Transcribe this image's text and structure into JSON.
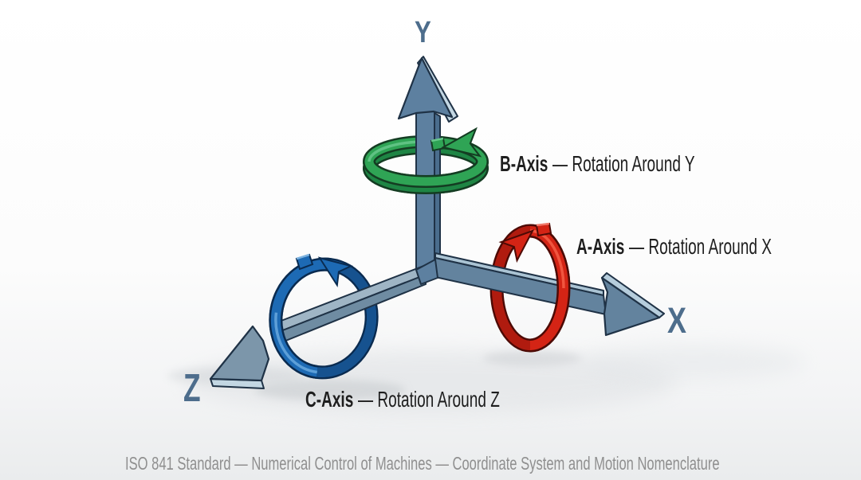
{
  "caption": "ISO 841 Standard — Numerical Control of Machines — Coordinate System and Motion Nomenclature",
  "axes": {
    "x": {
      "label": "X"
    },
    "y": {
      "label": "Y"
    },
    "z": {
      "label": "Z"
    }
  },
  "rotations": {
    "b": {
      "name": "B-Axis",
      "desc": "— Rotation Around Y",
      "color": "#2fa455"
    },
    "a": {
      "name": "A-Axis",
      "desc": "— Rotation Around X",
      "color": "#d42415"
    },
    "c": {
      "name": "C-Axis",
      "desc": "— Rotation Around Z",
      "color": "#1d6ab4"
    }
  },
  "colors": {
    "axis_body": "#5d80a0",
    "axis_outline": "#1f3246",
    "axis_label_text": "#4d6d8c",
    "annotation_text": "#1e1e1e",
    "caption_text": "#8f8f8f"
  }
}
